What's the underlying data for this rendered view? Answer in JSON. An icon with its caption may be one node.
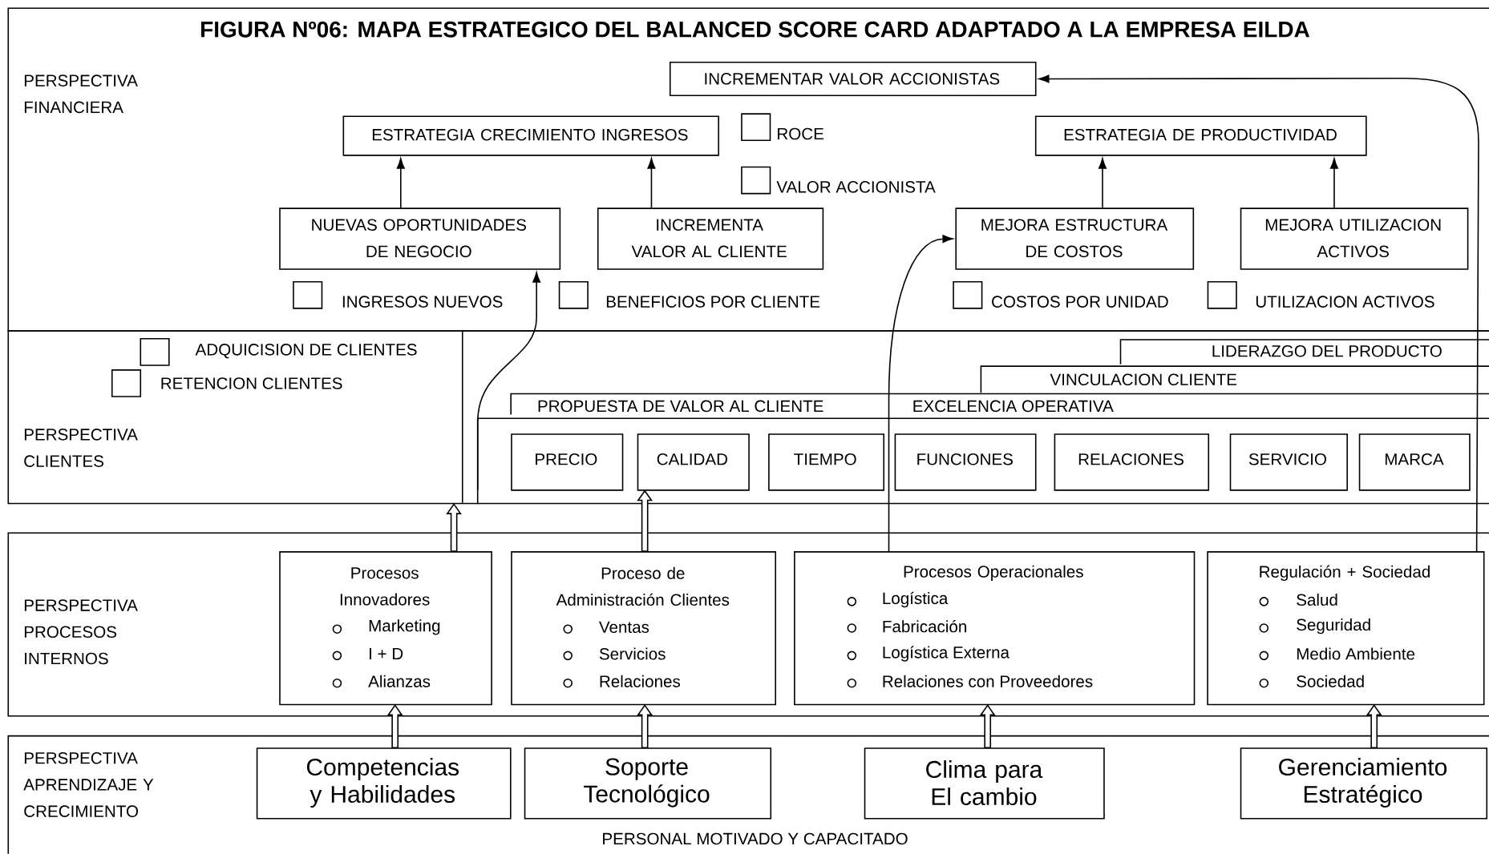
{
  "diagram": {
    "title": "FIGURA Nº06: MAPA ESTRATEGICO DEL BALANCED SCORE CARD ADAPTADO A LA EMPRESA EILDA",
    "nodes": [
      {
        "text": [
          "PERSPECTIVA FINANCIERA"
        ]
      },
      {
        "text": [
          "INCREMENTAR VALOR ACCIONISTAS"
        ],
        "in": 0
      },
      {
        "text": [
          "ESTRATEGIA CRECIMIENTO INGRESOS"
        ],
        "in": 0
      },
      {
        "text": [
          "ESTRATEGIA DE PRODUCTIVIDAD"
        ],
        "in": 0
      },
      {
        "text": [
          "NUEVAS OPORTUNIDADES DE NEGOCIO"
        ],
        "in": 0
      },
      {
        "text": [
          "INCREMENTA VALOR AL CLIENTE"
        ],
        "in": 0
      },
      {
        "text": [
          "MEJORA ESTRUCTURA DE COSTOS"
        ],
        "in": 0
      },
      {
        "text": [
          "MEJORA UTILIZACION ACTIVOS"
        ],
        "in": 0
      },
      {
        "text": [
          "PERSPECTIVA CLIENTES"
        ]
      },
      {
        "text": [
          "PRECIO"
        ],
        "in": 8
      },
      {
        "text": [
          "CALIDAD"
        ],
        "in": 8
      },
      {
        "text": [
          "TIEMPO"
        ],
        "in": 8
      },
      {
        "text": [
          "FUNCIONES"
        ],
        "in": 8
      },
      {
        "text": [
          "RELACIONES"
        ],
        "in": 8
      },
      {
        "text": [
          "SERVICIO"
        ],
        "in": 8
      },
      {
        "text": [
          "MARCA"
        ],
        "in": 8
      },
      {
        "text": [
          "PERSPECTIVA PROCESOS INTERNOS"
        ]
      },
      {
        "text": [
          "Procesos Innovadores",
          "Marketing",
          "I + D",
          "Alianzas"
        ],
        "in": 16
      },
      {
        "text": [
          "Proceso de Administración Clientes",
          "Ventas",
          "Servicios",
          "Relaciones"
        ],
        "in": 16
      },
      {
        "text": [
          "Procesos Operacionales",
          "Logística",
          "Fabricación",
          "Logística Externa",
          "Relaciones con Proveedores"
        ],
        "in": 16
      },
      {
        "text": [
          "Regulación + Sociedad",
          "Salud",
          "Seguridad",
          "Medio Ambiente",
          "Sociedad"
        ],
        "in": 16
      },
      {
        "text": [
          "PERSPECTIVA APRENDIZAJE Y CRECIMIENTO",
          "PERSONAL MOTIVADO Y CAPACITADO"
        ]
      },
      {
        "text": [
          "Competencias y Habilidades"
        ],
        "in": 21
      },
      {
        "text": [
          "Soporte Tecnológico"
        ],
        "in": 21
      },
      {
        "text": [
          "Clima para El cambio"
        ],
        "in": 21
      },
      {
        "text": [
          "Gerenciamiento Estratégico"
        ],
        "in": 21
      }
    ],
    "edges": [
      {
        "from": 4,
        "to": 2,
        "arrow": "to"
      },
      {
        "from": 5,
        "to": 2,
        "arrow": "to"
      },
      {
        "from": 6,
        "to": 3,
        "arrow": "to"
      },
      {
        "from": 7,
        "to": 3,
        "arrow": "to"
      },
      {
        "from": 8,
        "to": 4,
        "arrow": "to"
      },
      {
        "from": 19,
        "to": 6,
        "arrow": "to"
      },
      {
        "from": 20,
        "to": 1,
        "arrow": "to"
      },
      {
        "from": 17,
        "to": 8,
        "arrow": "to",
        "style": "thick"
      },
      {
        "from": 18,
        "to": 10,
        "arrow": "to",
        "style": "thick"
      },
      {
        "from": 22,
        "to": 17,
        "arrow": "to",
        "style": "thick"
      },
      {
        "from": 23,
        "to": 18,
        "arrow": "to",
        "style": "thick"
      },
      {
        "from": 24,
        "to": 19,
        "arrow": "to",
        "style": "thick"
      },
      {
        "from": 25,
        "to": 20,
        "arrow": "to",
        "style": "thick"
      }
    ],
    "labels": [
      "ROCE",
      "VALOR ACCIONISTA",
      "INGRESOS NUEVOS",
      "BENEFICIOS POR CLIENTE",
      "COSTOS POR UNIDAD",
      "UTILIZACION ACTIVOS",
      "ADQUICISION DE CLIENTES",
      "LIDERAZGO DEL PRODUCTO",
      "RETENCION CLIENTES",
      "VINCULACION CLIENTE",
      "PROPUESTA DE VALOR AL CLIENTE",
      "EXCELENCIA OPERATIVA"
    ]
  }
}
